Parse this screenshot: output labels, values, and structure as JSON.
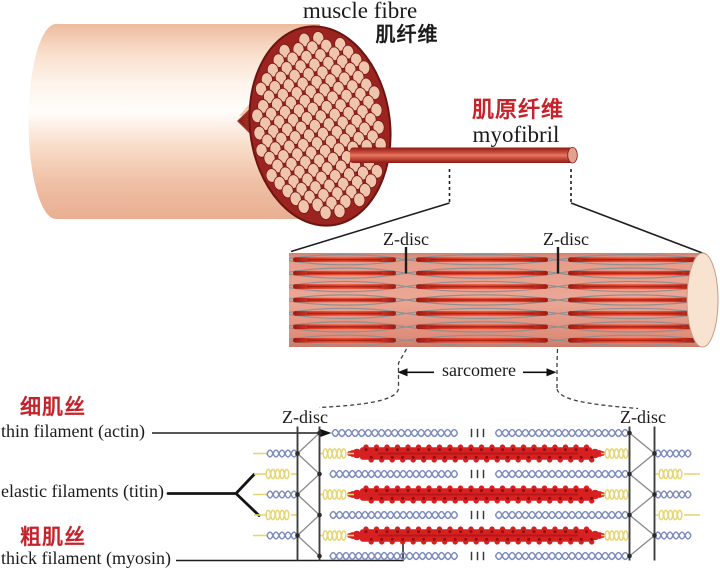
{
  "figure": {
    "labels": {
      "muscle_fibre_en": "muscle fibre",
      "muscle_fibre_zh": "肌纤维",
      "myofibril_zh": "肌原纤维",
      "myofibril_en": "myofibril",
      "zdisc_mid_left": "Z-disc",
      "zdisc_mid_right": "Z-disc",
      "sarcomere": "sarcomere",
      "zdisc_bottom_left": "Z-disc",
      "zdisc_bottom_right": "Z-disc",
      "thin_zh": "细肌丝",
      "thin_en": "thin filament (actin)",
      "titin_en": "elastic filaments (titin)",
      "thick_zh": "粗肌丝",
      "thick_en": "thick filament (myosin)"
    },
    "colors": {
      "red_text": "#c5232b",
      "black_text": "#1b1b1b",
      "myosin_red": "#d92020",
      "myosin_dark": "#8c0e12",
      "actin_blue": "#7d8cbe",
      "titin_yellow": "#e7d674",
      "zline_gray": "#3f3f3f",
      "zigzag_gray": "#8a8a8a",
      "fibre_peach": "#f2c3aa",
      "disc_red": "#9c2420",
      "cell_pink": "#efc6ad",
      "cylinder_salmon": "#eba795",
      "stripe_red": "#ef4d33",
      "endcap_pink": "#f8e3d1"
    }
  }
}
